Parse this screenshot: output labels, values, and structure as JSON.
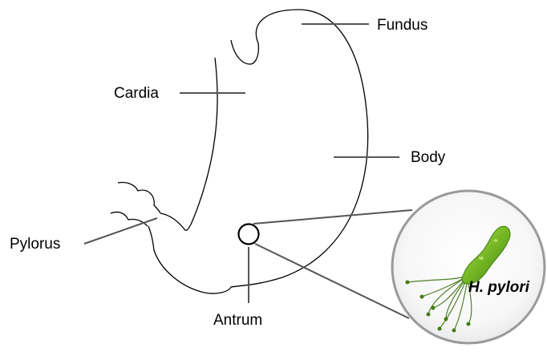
{
  "diagram": {
    "labels": {
      "fundus": "Fundus",
      "cardia": "Cardia",
      "body": "Body",
      "pylorus": "Pylorus",
      "antrum": "Antrum"
    },
    "inset": {
      "organism": "H. pylori"
    },
    "colors": {
      "outline": "#000000",
      "leader_line": "#555555",
      "inset_border": "#9a9a9a",
      "bacterium_light": "#9ad33a",
      "bacterium_dark": "#3e7d12",
      "flagella": "#4f7f2a"
    }
  }
}
